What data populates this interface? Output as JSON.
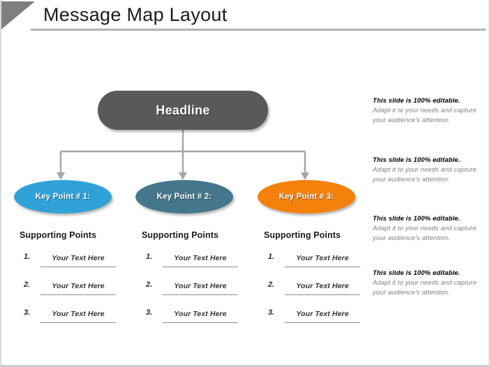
{
  "slide": {
    "title": "Message Map Layout",
    "accent_colors": {
      "headline": "#595959",
      "key_point_1": "#30a2d8",
      "key_point_2": "#44778c",
      "key_point_3": "#f4810c",
      "connector": "#a6a6a6",
      "corner_wedge": "#7f7f7f",
      "title_rule": "#b3b3b3"
    }
  },
  "headline": {
    "label": "Headline"
  },
  "key_points": [
    {
      "label": "Key Point # 1:"
    },
    {
      "label": "Key Point # 2:"
    },
    {
      "label": "Key Point # 3:"
    }
  ],
  "supporting_columns": [
    {
      "heading": "Supporting Points",
      "rows": [
        {
          "number": "1.",
          "value": "Your Text Here"
        },
        {
          "number": "2.",
          "value": "Your Text Here"
        },
        {
          "number": "3.",
          "value": "Your Text Here"
        }
      ]
    },
    {
      "heading": "Supporting Points",
      "rows": [
        {
          "number": "1.",
          "value": "Your Text Here"
        },
        {
          "number": "2.",
          "value": "Your Text Here"
        },
        {
          "number": "3.",
          "value": "Your Text Here"
        }
      ]
    },
    {
      "heading": "Supporting Points",
      "rows": [
        {
          "number": "1.",
          "value": "Your Text Here"
        },
        {
          "number": "2.",
          "value": "Your Text Here"
        },
        {
          "number": "3.",
          "value": "Your Text Here"
        }
      ]
    }
  ],
  "notes": [
    {
      "title": "This slide is 100% editable.",
      "body": "Adapt it to your needs and capture your audience's attention."
    },
    {
      "title": "This slide is 100% editable.",
      "body": "Adapt it to your needs and capture your audience's attention."
    },
    {
      "title": "This slide is 100% editable.",
      "body": "Adapt it to your needs and capture your audience's attention."
    },
    {
      "title": "This slide is 100% editable.",
      "body": "Adapt it to your needs and capture your audience's attention."
    }
  ]
}
